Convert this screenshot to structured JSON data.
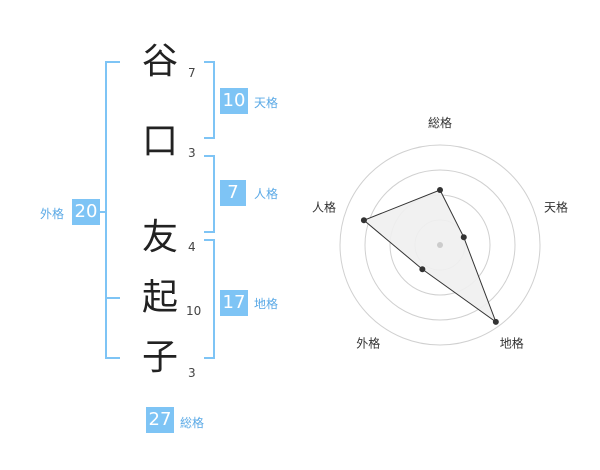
{
  "name": {
    "chars": [
      {
        "char": "谷",
        "strokes": "7"
      },
      {
        "char": "口",
        "strokes": "3"
      },
      {
        "char": "友",
        "strokes": "4"
      },
      {
        "char": "起",
        "strokes": "10"
      },
      {
        "char": "子",
        "strokes": "3"
      }
    ]
  },
  "kaku": {
    "tenkaku": {
      "value": "10",
      "label": "天格"
    },
    "jinkaku": {
      "value": "7",
      "label": "人格"
    },
    "chikaku": {
      "value": "17",
      "label": "地格"
    },
    "gaikaku": {
      "value": "20",
      "label": "外格"
    },
    "soukaku": {
      "value": "27",
      "label": "総格"
    }
  },
  "colors": {
    "accent": "#7ec4f5",
    "accent_text": "#5aa9e6",
    "ring": "#d0d0d0",
    "polygon_fill": "#f0f0f0",
    "polygon_stroke": "#333333"
  },
  "chart_data": {
    "type": "radar",
    "axes": [
      "総格",
      "天格",
      "地格",
      "外格",
      "人格"
    ],
    "values": [
      0.55,
      0.25,
      0.95,
      0.3,
      0.8
    ],
    "range": [
      0,
      1
    ],
    "rings": 4
  }
}
